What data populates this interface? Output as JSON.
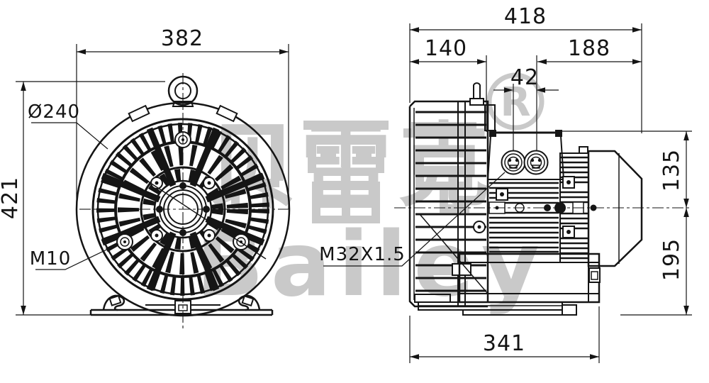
{
  "page": {
    "background": "#ffffff",
    "line_color": "#151515"
  },
  "front_view": {
    "dim_width": "382",
    "dim_height": "421",
    "label_diameter": "Ø240",
    "label_thread": "M10"
  },
  "side_view": {
    "dim_total_length": "418",
    "dim_cover_length": "140",
    "dim_motor_length": "188",
    "dim_gland_spacing": "42",
    "dim_height_above_axis": "135",
    "dim_axis_height": "195",
    "dim_base_length": "341",
    "label_gland_thread": "M32X1.5"
  },
  "watermark": {
    "cjk_char_1": "贝",
    "cjk_char_2": "雷",
    "cjk_char_3": "克",
    "latin_text": "Bailey",
    "registered_mark": "R",
    "color": "#c9c9c9"
  }
}
